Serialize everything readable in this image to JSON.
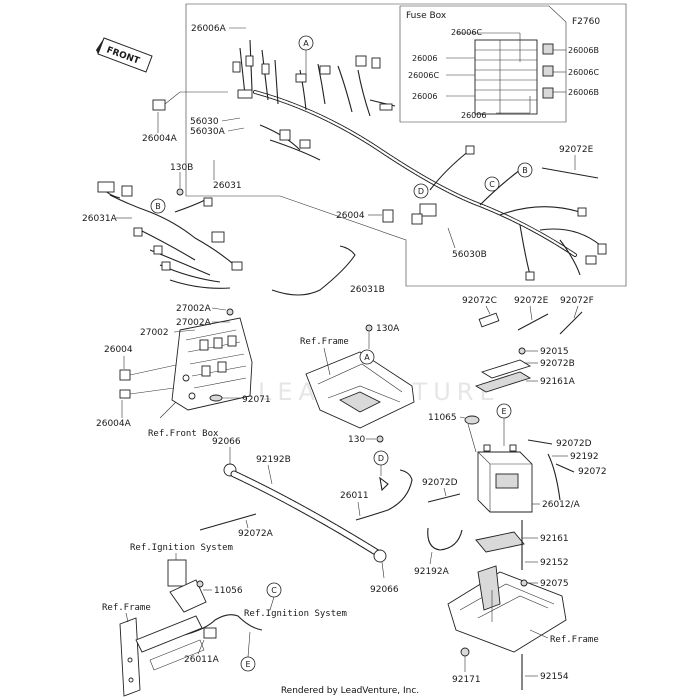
{
  "figure_code": "F2760",
  "fuse_box": {
    "title": "Fuse Box",
    "labels": {
      "l1": "26006C",
      "l2": "26006",
      "l3": "26006C",
      "l4": "26006",
      "l5": "26006",
      "r1": "26006B",
      "r2": "26006C",
      "r3": "26006B"
    }
  },
  "part_numbers": {
    "p26006A": "26006A",
    "p26004A_top": "26004A",
    "p56030": "56030",
    "p56030A": "56030A",
    "p130B": "130B",
    "p26031": "26031",
    "p26031A": "26031A",
    "p26004_mid": "26004",
    "p56030B": "56030B",
    "p92072E_top": "92072E",
    "p26031B": "26031B",
    "p27002A_1": "27002A",
    "p27002A_2": "27002A",
    "p27002": "27002",
    "p26004_left": "26004",
    "p26004A_left": "26004A",
    "p92071": "92071",
    "p130A": "130A",
    "p92072C": "92072C",
    "p92072E": "92072E",
    "p92072F": "92072F",
    "p92015": "92015",
    "p92072B": "92072B",
    "p92161A": "92161A",
    "p11065": "11065",
    "p130": "130",
    "p92072D_right": "92072D",
    "p92192": "92192",
    "p92072": "92072",
    "p92066_top": "92066",
    "p92192B": "92192B",
    "p26011": "26011",
    "p92072D": "92072D",
    "p26012A": "26012/A",
    "p92072A": "92072A",
    "p92161": "92161",
    "p92192A": "92192A",
    "p92152": "92152",
    "p92066_bot": "92066",
    "p11056": "11056",
    "p92075": "92075",
    "p26011A": "26011A",
    "p92171": "92171",
    "p92154": "92154"
  },
  "references": {
    "ref_frame_1": "Ref.Frame",
    "ref_front_box": "Ref.Front Box",
    "ref_ignition_1": "Ref.Ignition System",
    "ref_ignition_2": "Ref.Ignition System",
    "ref_frame_2": "Ref.Frame",
    "ref_frame_3": "Ref.Frame"
  },
  "callouts": {
    "a1": "A",
    "a2": "A",
    "b1": "B",
    "b2": "B",
    "c1": "C",
    "c2": "C",
    "d1": "D",
    "d2": "D",
    "e1": "E",
    "e2": "E"
  },
  "front_label": "FRONT",
  "watermark": "LEADVENTURE",
  "footer": "Rendered by LeadVenture, Inc."
}
